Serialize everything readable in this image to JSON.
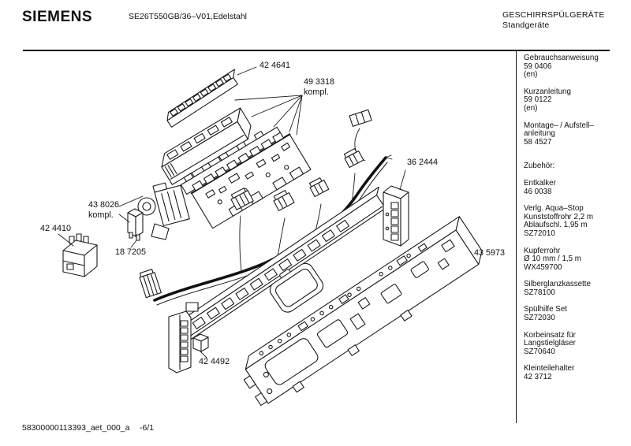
{
  "header": {
    "brand": "SIEMENS",
    "model": "SE26T550GB/36–V01,Edelstahl",
    "category_line1": "GESCHIRRSPÜLGERÄTE",
    "category_line2": "Standgeräte"
  },
  "footer": {
    "document_id": "58300000113393_aet_000_a",
    "page": "-6/1"
  },
  "colors": {
    "ink": "#1b1b1b",
    "background": "#ffffff"
  },
  "diagram": {
    "parts": [
      {
        "label": "42 4641"
      },
      {
        "label": "49 3318",
        "sublabel": "kompl."
      },
      {
        "label": "36 2444"
      },
      {
        "label": "43 5973"
      },
      {
        "label": "43 8026",
        "sublabel": "kompl."
      },
      {
        "label": "42 4410"
      },
      {
        "label": "18 7205"
      },
      {
        "label": "42 4492"
      }
    ]
  },
  "sidebar": {
    "groups": [
      {
        "lines": [
          "Gebrauchsanweisung",
          "59 0406",
          "(en)"
        ]
      },
      {
        "lines": [
          "Kurzanleitung",
          "59 0122",
          "(en)"
        ]
      },
      {
        "lines": [
          "Montage– / Aufstell–",
          "anleitung",
          "58 4527"
        ]
      },
      {
        "lines": [
          "Zubehör:"
        ]
      },
      {
        "lines": [
          "Entkalker",
          "46 0038"
        ]
      },
      {
        "lines": [
          "Verlg. Aqua–Stop",
          "Kunststoffrohr 2,2 m",
          "Ablaufschl. 1,95 m",
          "SZ72010"
        ]
      },
      {
        "lines": [
          "Kupferrohr",
          "Ø 10 mm / 1,5 m",
          "WX459700"
        ]
      },
      {
        "lines": [
          "Silberglanzkassette",
          "SZ78100"
        ]
      },
      {
        "lines": [
          "Spülhilfe Set",
          "SZ72030"
        ]
      },
      {
        "lines": [
          "Korbeinsatz für",
          "Langstielgläser",
          "SZ70640"
        ]
      },
      {
        "lines": [
          "Kleinteilehalter",
          "42 3712"
        ]
      }
    ]
  }
}
